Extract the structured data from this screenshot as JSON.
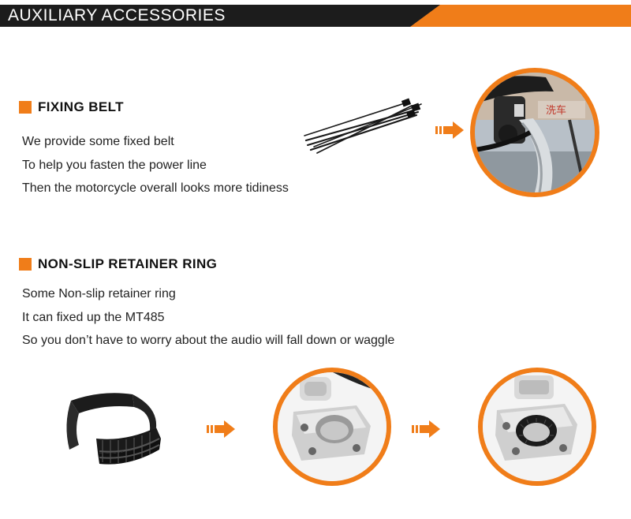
{
  "header": {
    "title": "AUXILIARY ACCESSORIES"
  },
  "sections": [
    {
      "title": "FIXING BELT",
      "lines": [
        "We provide some fixed belt",
        "To help you fasten the power line",
        "Then the motorcycle overall looks more tidiness"
      ]
    },
    {
      "title": "NON-SLIP RETAINER RING",
      "lines": [
        "Some Non-slip retainer ring",
        "It can fixed up the MT485",
        "So you don’t have to worry about the audio will fall down or waggle"
      ]
    }
  ],
  "colors": {
    "accent": "#f07d19",
    "banner": "#1c1c1c"
  },
  "icons": [
    "arrow-right-icon",
    "square-bullet-icon"
  ]
}
